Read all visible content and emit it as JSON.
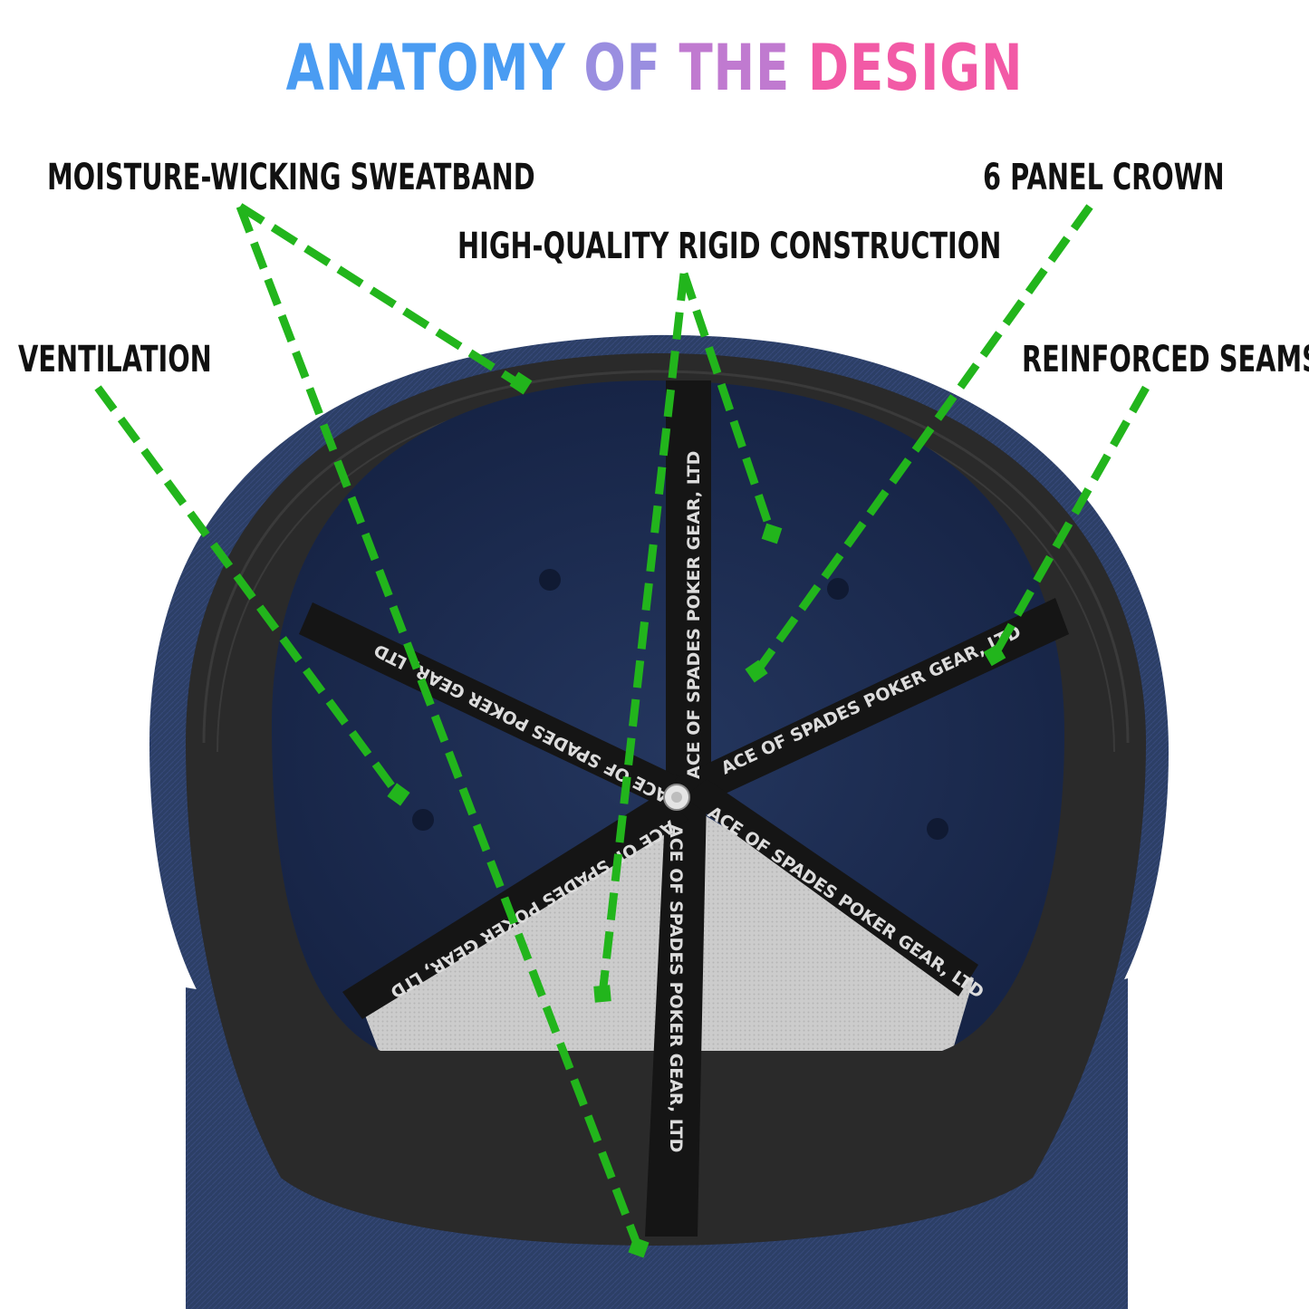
{
  "title": {
    "words": [
      "ANATOMY",
      "OF",
      "THE",
      "DESIGN"
    ],
    "gradient": [
      "#4a9cf2",
      "#9a8ee0",
      "#d66cc0",
      "#f25aa6"
    ]
  },
  "labels": {
    "sweatband": "MOISTURE-WICKING SWEATBAND",
    "crown": "6 PANEL CROWN",
    "construction": "HIGH-QUALITY RIGID CONSTRUCTION",
    "ventilation": "VENTILATION",
    "seams": "REINFORCED SEAMS"
  },
  "tape_text": "ACE OF SPADES POKER GEAR, LTD",
  "colors": {
    "pointer": "#22b51c",
    "cap_navy": "#1c2b4f",
    "cap_outer": "#2c3f66",
    "sweatband": "#2a2a2a",
    "tape": "#151515",
    "mesh": "#c9c9c9",
    "label_text": "#111111"
  }
}
